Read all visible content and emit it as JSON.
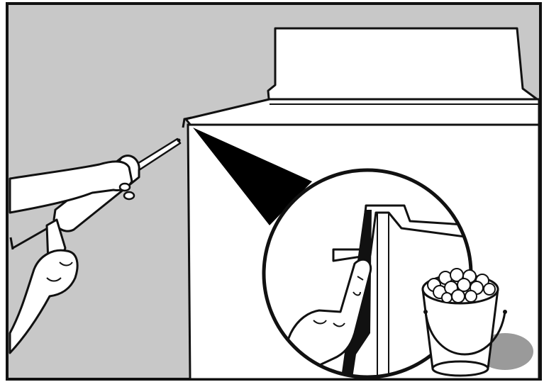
{
  "illustration": {
    "subject": "caulking-appliance-seam",
    "colors": {
      "wall": "#c8c8c8",
      "outline": "#111111",
      "panel": "#ffffff",
      "shadow": "#9a9a9a",
      "callout": "#000000"
    },
    "parts": {
      "wall_icon": "wall",
      "appliance_icon": "appliance-cabinet",
      "caulk_gun_icon": "caulk-gun",
      "callout_icon": "magnifier-callout",
      "bucket_icon": "bucket-of-ice"
    }
  }
}
